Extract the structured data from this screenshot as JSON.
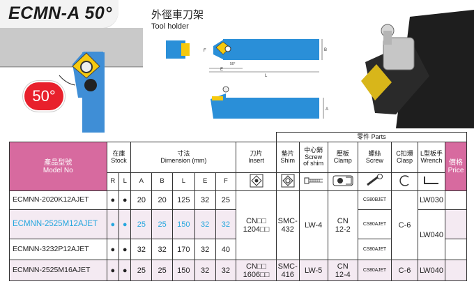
{
  "header": {
    "title": "ECMN-A 50°",
    "holder_title": "外徑車刀架",
    "holder_subtitle": "Tool holder",
    "angle_badge": "50°"
  },
  "drawing_labels": {
    "d_f": "F",
    "d_b": "B",
    "d_e": "E",
    "d_l": "L",
    "d_angle": "50°",
    "d_a": "A"
  },
  "colors": {
    "accent_red": "#e8202c",
    "header_pink": "#d76a9f",
    "row_pink": "#f4eaf2",
    "highlight_blue": "#27a7de",
    "holder_blue": "#2a8fd8"
  },
  "table": {
    "parts_label": "零件 Parts",
    "model_zh": "產品型號",
    "model_en": "Model No",
    "stock_zh": "在庫",
    "stock_en": "Stock",
    "dim_zh": "寸法",
    "dim_en": "Dimension (mm)",
    "insert_zh": "刀片",
    "insert_en": "Insert",
    "shim_zh": "墊片",
    "shim_en": "Shim",
    "screwshim_zh": "中心銷",
    "screwshim_en1": "Screw",
    "screwshim_en2": "of shim",
    "clamp_zh": "壓板",
    "clamp_en": "Clamp",
    "screw_zh": "螺絲",
    "screw_en": "Screw",
    "clasp_zh": "C扣環",
    "clasp_en": "Clasp",
    "wrench_zh": "L型板手",
    "wrench_en": "Wrench",
    "price_zh": "價格",
    "price_en": "Price",
    "col_r": "R",
    "col_l": "L",
    "col_a": "A",
    "col_b": "B",
    "col_dl": "L",
    "col_e": "E",
    "col_f": "F",
    "rows": [
      {
        "model": "ECMNN-2020K12AJET",
        "r": "●",
        "l": "●",
        "a": "20",
        "b": "20",
        "len": "125",
        "e": "32",
        "f": "25",
        "screw": "CS80BJET",
        "wrench": "LW030"
      },
      {
        "model": "ECMNN-2525M12AJET",
        "r": "●",
        "l": "●",
        "a": "25",
        "b": "25",
        "len": "150",
        "e": "32",
        "f": "32",
        "screw": "CS80AJET",
        "wrench": "LW040"
      },
      {
        "model": "ECMNN-3232P12AJET",
        "r": "●",
        "l": "●",
        "a": "32",
        "b": "32",
        "len": "170",
        "e": "32",
        "f": "40",
        "screw": "CS80AJET"
      },
      {
        "model": "ECMNN-2525M16AJET",
        "r": "●",
        "l": "●",
        "a": "25",
        "b": "25",
        "len": "150",
        "e": "32",
        "f": "32",
        "insert": "CN□□\n1606□□",
        "shim": "SMC-\n416",
        "screwshim": "LW-5",
        "clamp": "CN\n12-4",
        "screw": "CS80AJET",
        "clasp": "C-6",
        "wrench": "LW040"
      }
    ],
    "group1": {
      "insert": "CN□□\n1204□□",
      "shim": "SMC-\n432",
      "screwshim": "LW-4",
      "clamp": "CN\n12-2",
      "clasp": "C-6"
    }
  }
}
